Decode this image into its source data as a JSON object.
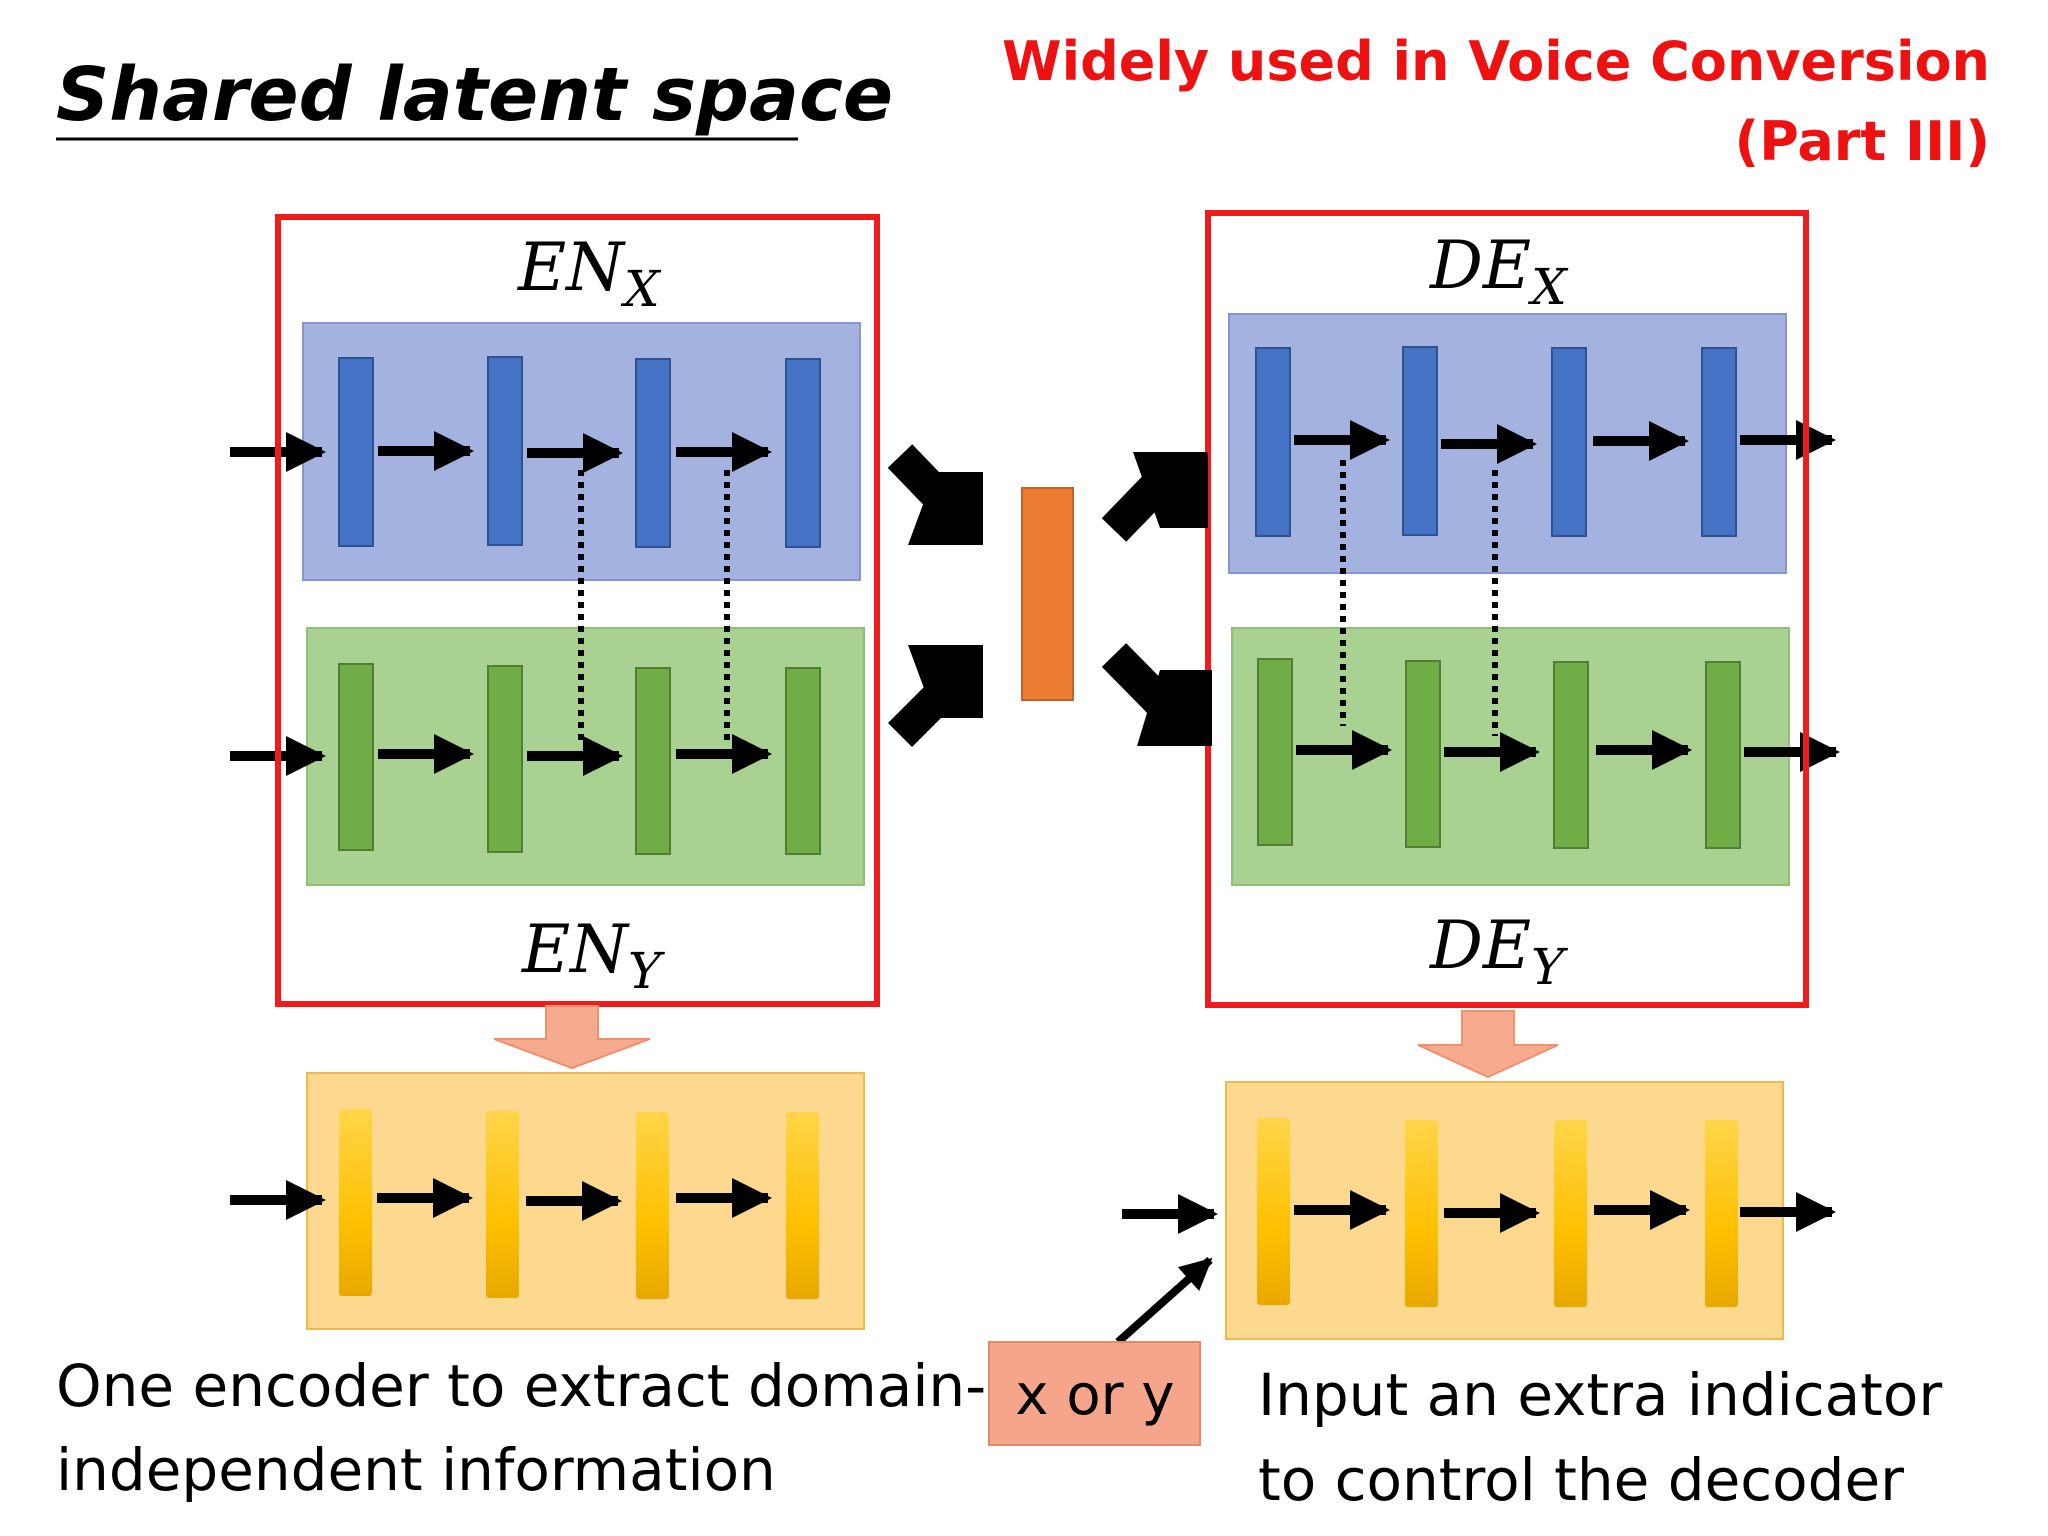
{
  "title": "Shared latent space",
  "note": {
    "line1": "Widely used in Voice Conversion",
    "line2": "(Part III)"
  },
  "labels": {
    "en_x_main": "EN",
    "en_x_sub": "X",
    "en_y_main": "EN",
    "en_y_sub": "Y",
    "de_x_main": "DE",
    "de_x_sub": "X",
    "de_y_main": "DE",
    "de_y_sub": "Y"
  },
  "indicator": "x or y",
  "captions": {
    "left_line1": "One encoder to extract domain-",
    "left_line2": "independent information",
    "right_line1": "Input an extra indicator",
    "right_line2": "to control the decoder"
  },
  "colors": {
    "frame_red": "#ee1c1c",
    "note_red": "#ee1111",
    "blue_panel": "#a3b2df",
    "blue_layer": "#4472c4",
    "green_panel": "#a8d192",
    "green_layer": "#70ad47",
    "yellow_panel": "#fdd990",
    "yellow_layer": "#ffc000",
    "latent_orange": "#ed7d31",
    "indicator_box": "#f4a58a",
    "down_arrow": "#f7ab8e"
  }
}
